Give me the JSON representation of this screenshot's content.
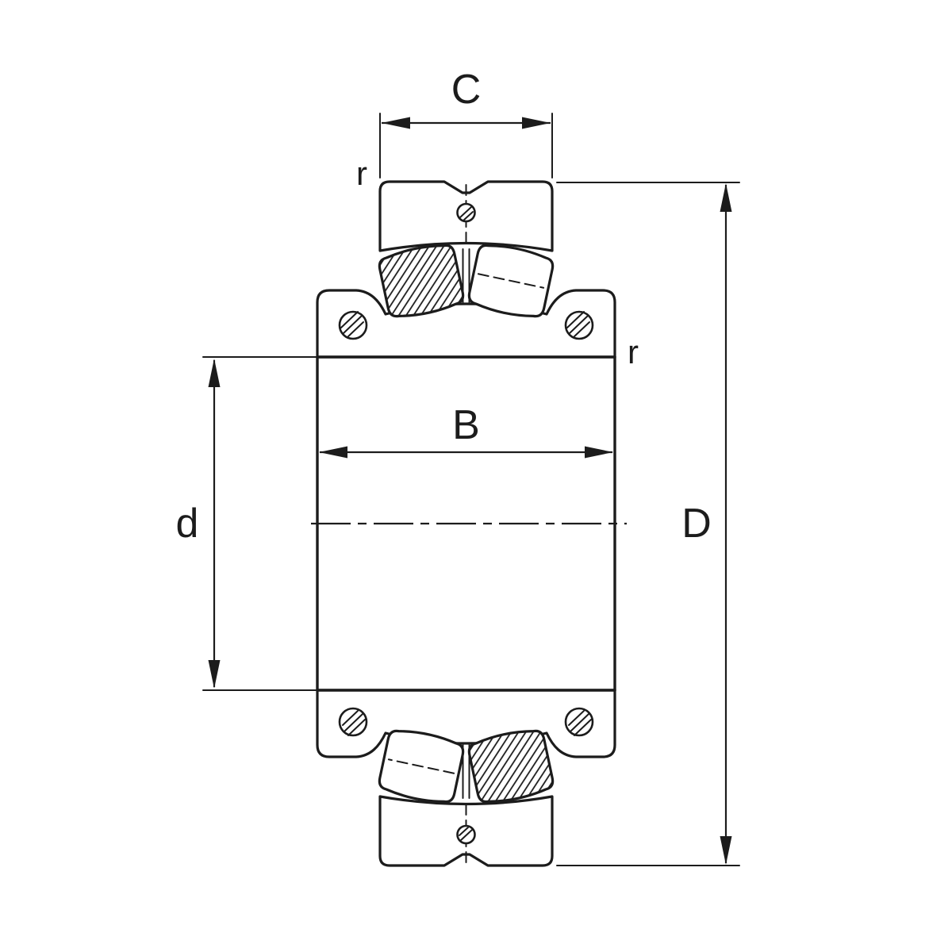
{
  "drawing": {
    "type": "spherical-roller-bearing-cross-section",
    "labels": {
      "outer_ring_width": "C",
      "fillet_radius_top": "r",
      "inner_ring_width": "B",
      "bore_diameter": "d",
      "outer_diameter": "D",
      "fillet_radius_side": "r"
    },
    "colors": {
      "line": "#1c1c1c",
      "background": "#ffffff"
    }
  }
}
